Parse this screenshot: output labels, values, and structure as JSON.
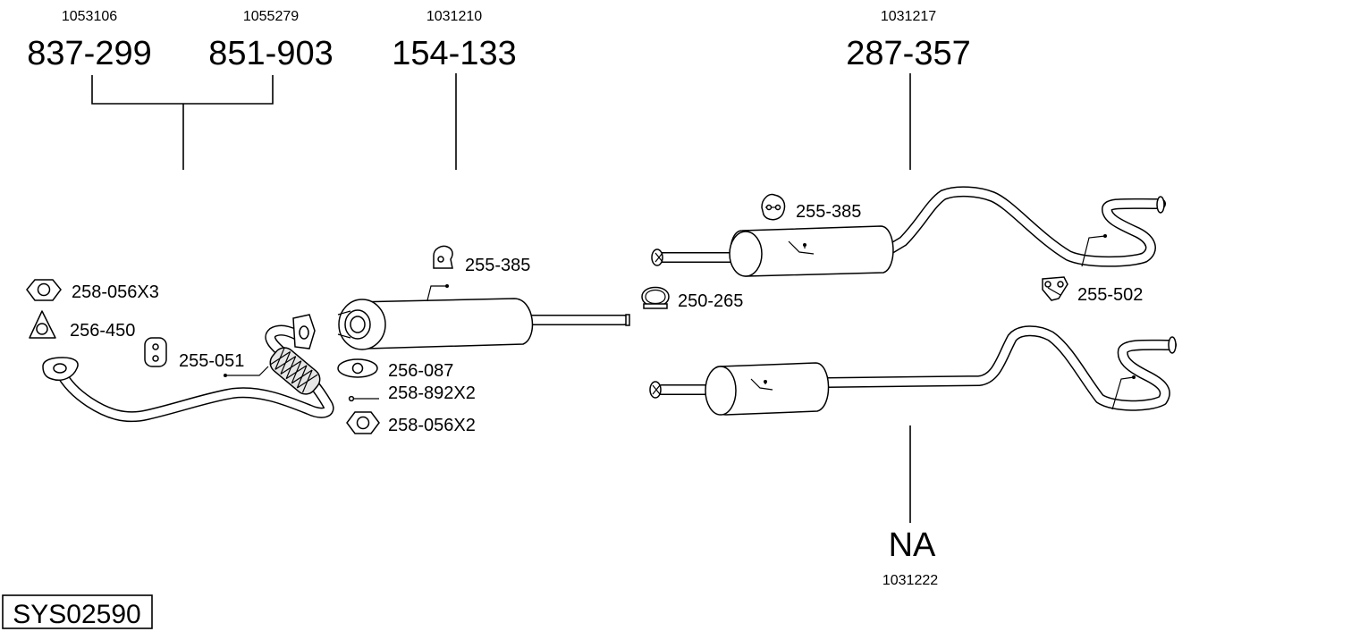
{
  "part_numbers": {
    "p837": {
      "main": "837-299",
      "sub": "1053106"
    },
    "p851": {
      "main": "851-903",
      "sub": "1055279"
    },
    "p154": {
      "main": "154-133",
      "sub": "1031210"
    },
    "p287": {
      "main": "287-357",
      "sub": "1031217"
    },
    "pNA": {
      "main": "NA",
      "sub": "1031222"
    }
  },
  "accessories": {
    "a258_056x3": "258-056X3",
    "a256_450": "256-450",
    "a255_051": "255-051",
    "a255_385_mid": "255-385",
    "a256_087": "256-087",
    "a258_892x2": "258-892X2",
    "a258_056x2": "258-056X2",
    "a250_265": "250-265",
    "a255_385_rear": "255-385",
    "a255_502": "255-502"
  },
  "system_code": "SYS02590"
}
